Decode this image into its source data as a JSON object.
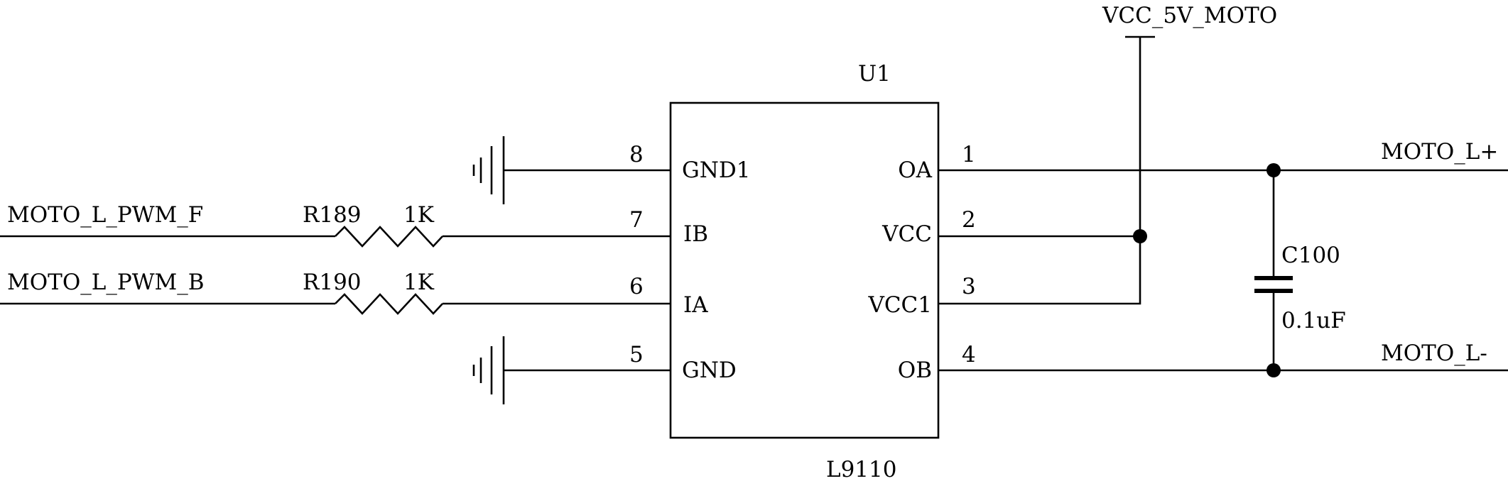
{
  "ic": {
    "designator": "U1",
    "part_number": "L9110",
    "left_pins": [
      {
        "number": "8",
        "name": "GND1"
      },
      {
        "number": "7",
        "name": "IB"
      },
      {
        "number": "6",
        "name": "IA"
      },
      {
        "number": "5",
        "name": "GND"
      }
    ],
    "right_pins": [
      {
        "number": "1",
        "name": "OA"
      },
      {
        "number": "2",
        "name": "VCC"
      },
      {
        "number": "3",
        "name": "VCC1"
      },
      {
        "number": "4",
        "name": "OB"
      }
    ]
  },
  "resistors": [
    {
      "designator": "R189",
      "value": "1K"
    },
    {
      "designator": "R190",
      "value": "1K"
    }
  ],
  "capacitor": {
    "designator": "C100",
    "value": "0.1uF"
  },
  "nets": {
    "pwm_f": "MOTO_L_PWM_F",
    "pwm_b": "MOTO_L_PWM_B",
    "power": "VCC_5V_MOTO",
    "out_plus": "MOTO_L+",
    "out_minus": "MOTO_L-"
  }
}
